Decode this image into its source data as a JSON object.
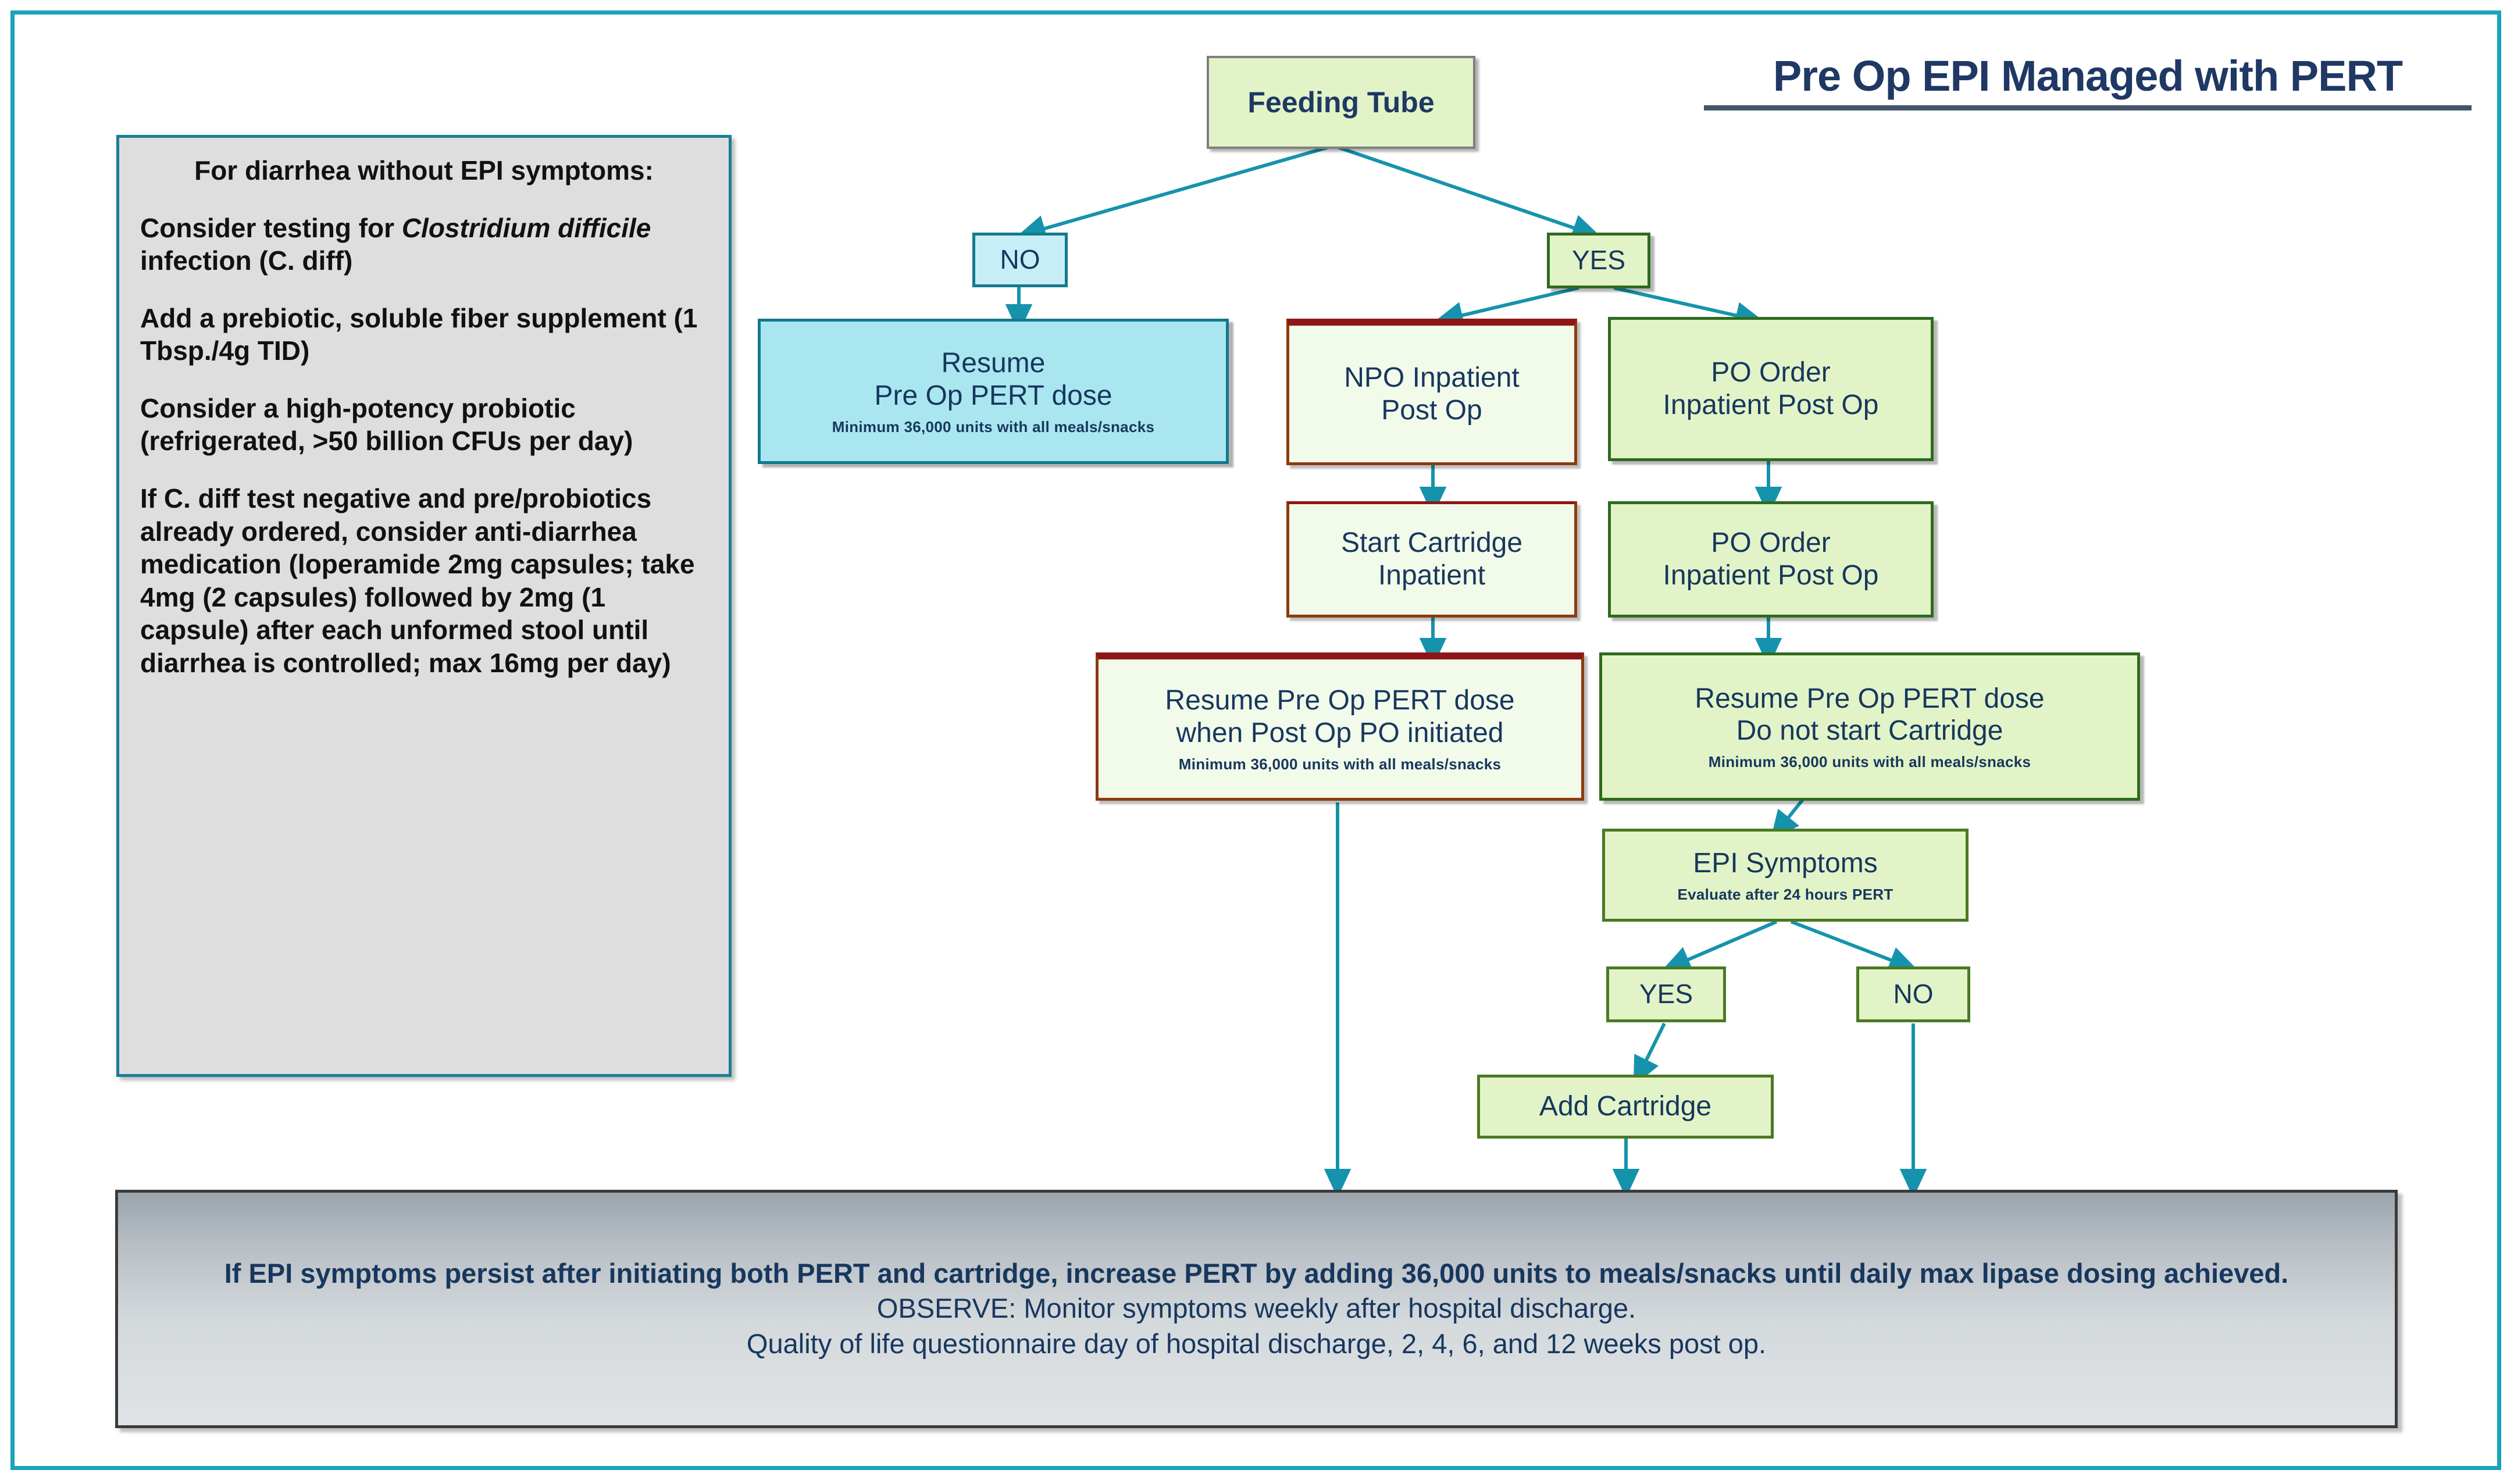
{
  "title": "Pre Op EPI Managed with PERT",
  "colors": {
    "frame": "#1aa3bd",
    "title_text": "#1f3864",
    "arrow": "#1693ac",
    "green_fill": "#e2f4c7",
    "blue_fill": "#aae6f0",
    "red_border": "#8f1616",
    "green_border": "#2f6b1e",
    "panel_fill": "#dedede",
    "banner_border": "#3b3b3b"
  },
  "side_panel": {
    "heading": "For diarrhea without EPI symptoms:",
    "paragraphs": [
      "Consider testing for Clostridium difficile infection (C. diff)",
      "Add a prebiotic, soluble fiber supplement (1 Tbsp./4g TID)",
      "Consider a high-potency probiotic (refrigerated, >50 billion CFUs per day)",
      "If C. diff test negative and pre/probiotics already ordered, consider anti-diarrhea medication (loperamide 2mg capsules; take 4mg (2 capsules) followed by 2mg (1 capsule) after each unformed stool until diarrhea is controlled; max 16mg per day)"
    ],
    "italic_fragment": "Clostridium difficile"
  },
  "nodes": {
    "feeding_tube": {
      "label": "Feeding Tube"
    },
    "no_top": {
      "label": "NO"
    },
    "yes_top": {
      "label": "YES"
    },
    "resume_left": {
      "line1": "Resume",
      "line2": "Pre Op PERT dose",
      "sub": "Minimum 36,000 units with all meals/snacks"
    },
    "npo_inpatient": {
      "line1": "NPO Inpatient",
      "line2": "Post Op"
    },
    "po_order_1": {
      "line1": "PO Order",
      "line2": "Inpatient Post Op"
    },
    "start_cartridge": {
      "line1": "Start Cartridge",
      "line2": "Inpatient"
    },
    "po_order_2": {
      "line1": "PO Order",
      "line2": "Inpatient Post Op"
    },
    "resume_mid": {
      "line1": "Resume Pre Op PERT dose",
      "line2": "when Post Op PO initiated",
      "sub": "Minimum 36,000 units with all meals/snacks"
    },
    "resume_right": {
      "line1": "Resume Pre Op PERT dose",
      "line2": "Do not start Cartridge",
      "sub": "Minimum 36,000 units with all meals/snacks"
    },
    "epi_symptoms": {
      "line1": "EPI Symptoms",
      "sub": "Evaluate after 24 hours PERT"
    },
    "yes_bottom": {
      "label": "YES"
    },
    "no_bottom": {
      "label": "NO"
    },
    "add_cartridge": {
      "label": "Add Cartridge"
    }
  },
  "banner": {
    "line1": "If EPI symptoms persist after initiating both PERT and cartridge, increase PERT by adding 36,000 units to meals/snacks until daily max lipase dosing achieved.",
    "line2": "OBSERVE: Monitor symptoms weekly after hospital discharge.",
    "line3": "Quality of life questionnaire day of hospital discharge, 2, 4, 6, and 12 weeks post op."
  }
}
